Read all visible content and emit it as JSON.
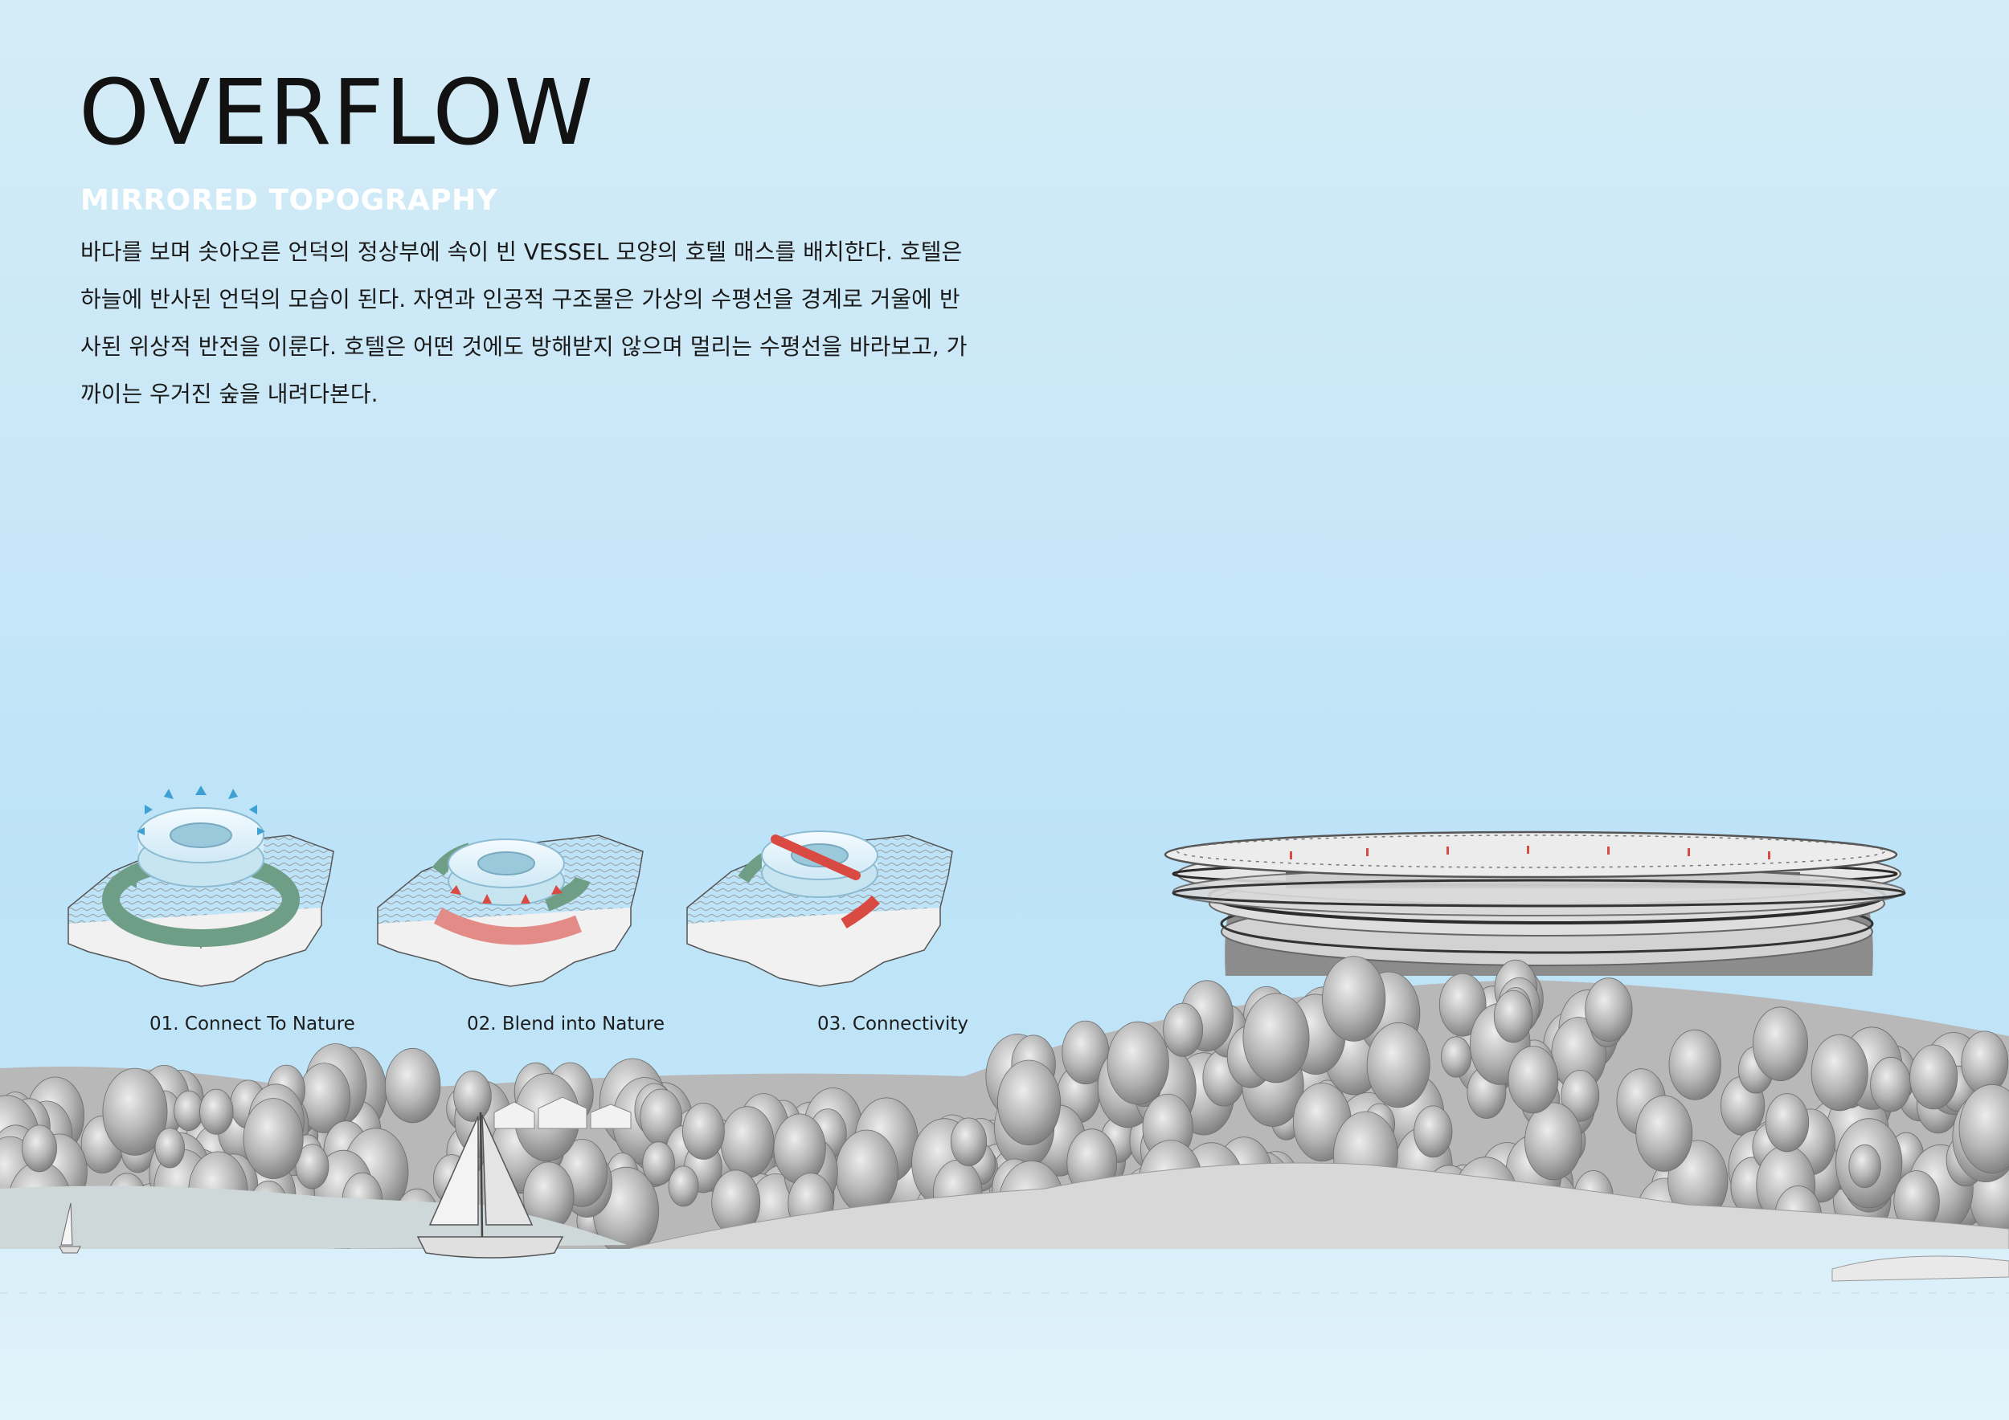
{
  "title": "OVERFLOW",
  "subtitle": "MIRRORED TOPOGRAPHY",
  "description": "바다를 보며 솟아오른 언덕의 정상부에 속이 빈 VESSEL 모양의 호텔 매스를 배치한다. 호텔은 하늘에 반사된 언덕의 모습이 된다. 자연과 인공적 구조물은 가상의 수평선을 경계로 거울에 반사된 위상적 반전을 이룬다. 호텔은 어떤 것에도 방해받지 않으며 멀리는 수평선을 바라보고, 가까이는 우거진 숲을 내려다본다.",
  "diagrams": [
    {
      "caption": "01. Connect To Nature"
    },
    {
      "caption": "02. Blend into Nature"
    },
    {
      "caption": "03. Connectivity"
    }
  ],
  "colors": {
    "sky": "#c8e7f7",
    "sea": "#daf0fb",
    "ring_accent_green": "#6f9e86",
    "ring_accent_red": "#d84a42",
    "arrow_blue": "#3fa0d3"
  }
}
